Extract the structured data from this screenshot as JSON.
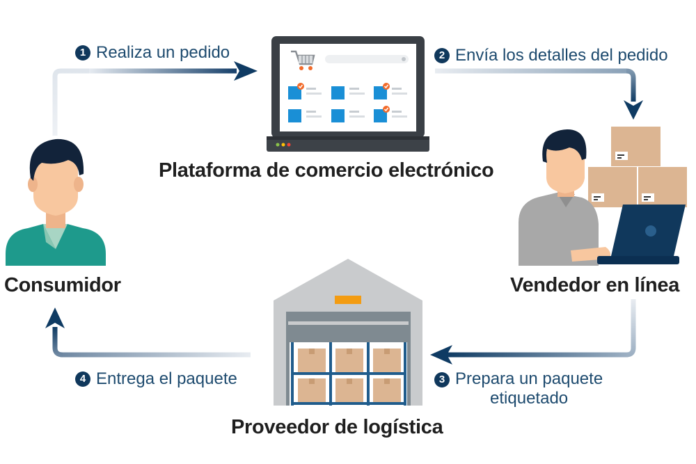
{
  "nodes": {
    "platform": "Plataforma de comercio electrónico",
    "consumer": "Consumidor",
    "seller": "Vendedor en línea",
    "logistics": "Proveedor de logística"
  },
  "steps": [
    {
      "num": "1",
      "text": "Realiza un pedido"
    },
    {
      "num": "2",
      "text": "Envía los detalles del pedido"
    },
    {
      "num": "3",
      "text": "Prepara un paquete",
      "text2": "etiquetado"
    },
    {
      "num": "4",
      "text": "Entrega el paquete"
    }
  ],
  "colors": {
    "arrow_dark": "#0f3b63",
    "step_text": "#1d4a6e",
    "laptop_frame": "#3a3f45",
    "product_blue": "#1a8fd6",
    "box": "#dcb592",
    "shirt_teal": "#1e9a8c",
    "skin": "#f8c79f",
    "hair": "#12233a",
    "seller_shirt": "#a8a8a8",
    "warehouse": "#c9cbcd"
  },
  "icons": [
    "shopping-cart-icon",
    "laptop-icon",
    "consumer-avatar-icon",
    "seller-avatar-icon",
    "warehouse-icon",
    "package-box-icon"
  ]
}
